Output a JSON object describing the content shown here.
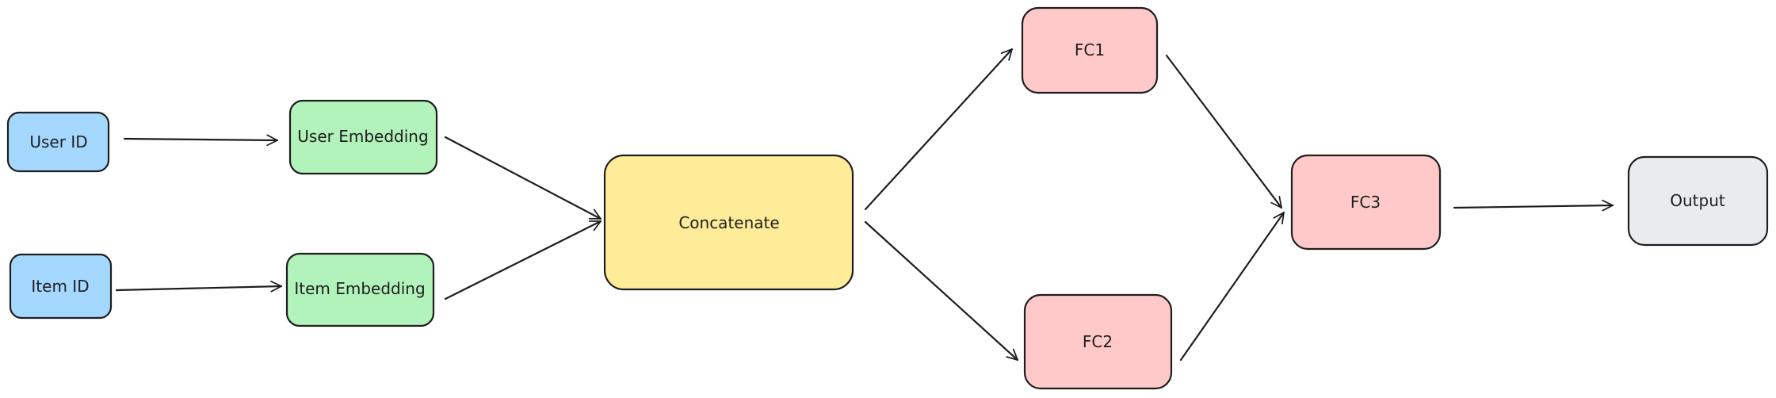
{
  "colors": {
    "input": "#a5d8ff",
    "embedding": "#b2f2bb",
    "concat": "#ffec99",
    "fc": "#ffc9c9",
    "output": "#e9ecef",
    "stroke": "#1e1e1e"
  },
  "nodes": {
    "user_id": {
      "label": "User ID"
    },
    "item_id": {
      "label": "Item ID"
    },
    "user_embedding": {
      "label": "User Embedding"
    },
    "item_embedding": {
      "label": "Item Embedding"
    },
    "concatenate": {
      "label": "Concatenate"
    },
    "fc1": {
      "label": "FC1"
    },
    "fc2": {
      "label": "FC2"
    },
    "fc3": {
      "label": "FC3"
    },
    "output": {
      "label": "Output"
    }
  },
  "edges": [
    {
      "from": "user_id",
      "to": "user_embedding"
    },
    {
      "from": "item_id",
      "to": "item_embedding"
    },
    {
      "from": "user_embedding",
      "to": "concatenate"
    },
    {
      "from": "item_embedding",
      "to": "concatenate"
    },
    {
      "from": "concatenate",
      "to": "fc1"
    },
    {
      "from": "concatenate",
      "to": "fc2"
    },
    {
      "from": "fc1",
      "to": "fc3"
    },
    {
      "from": "fc2",
      "to": "fc3"
    },
    {
      "from": "fc3",
      "to": "output"
    }
  ]
}
